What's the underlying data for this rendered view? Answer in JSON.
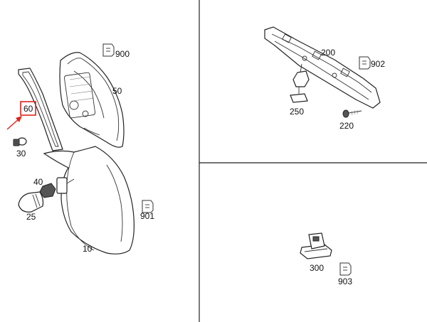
{
  "callouts": {
    "l10": "10",
    "l25": "25",
    "l30": "30",
    "l40": "40",
    "l50": "50",
    "l60": "60",
    "l200": "200",
    "l220": "220",
    "l250": "250",
    "l300": "300",
    "l900": "900",
    "l901": "901",
    "l902": "902",
    "l903": "903"
  },
  "colors": {
    "highlight": "#e0231b",
    "lines": "#222222"
  },
  "icons": {
    "document_tag": "document-tag-icon",
    "pointer_arrow": "arrow-icon"
  }
}
